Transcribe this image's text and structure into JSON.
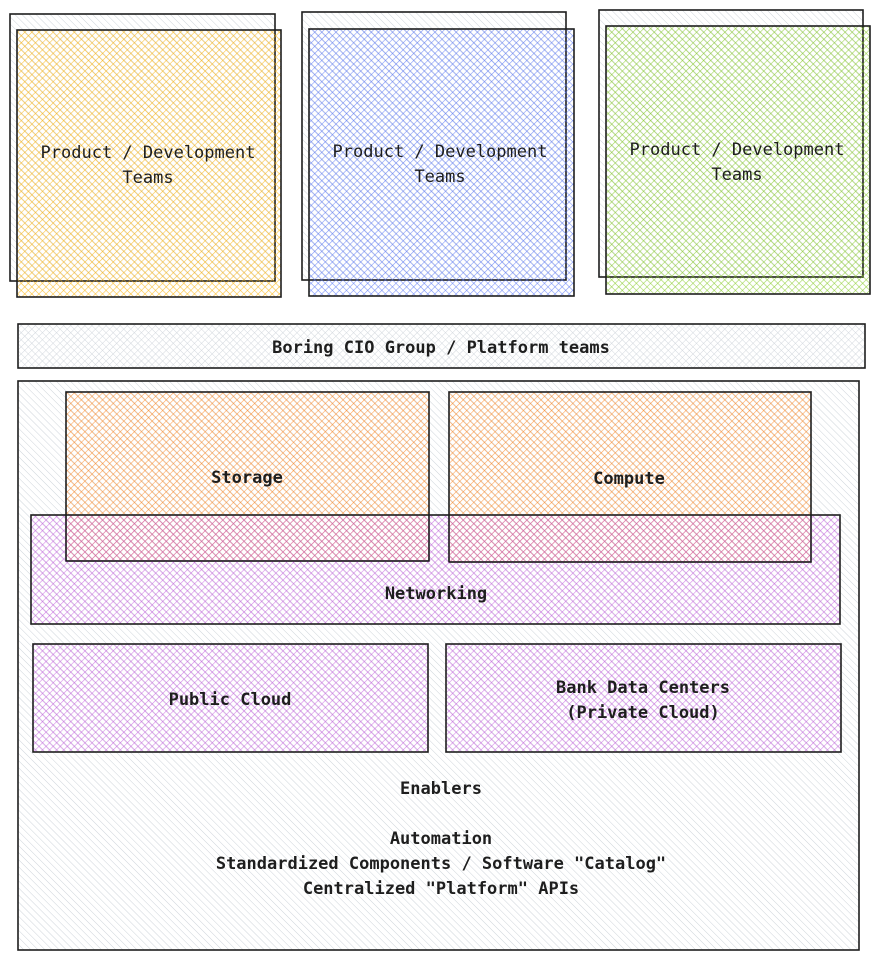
{
  "diagram": {
    "product_teams": [
      {
        "lines": [
          "Product / Development",
          "Teams"
        ],
        "color": "#fab005"
      },
      {
        "lines": [
          "Product / Development",
          "Teams"
        ],
        "color": "#4c6ef5"
      },
      {
        "lines": [
          "Product / Development",
          "Teams"
        ],
        "color": "#82c91e"
      }
    ],
    "platform_bar": {
      "label": "Boring CIO Group / Platform teams",
      "color": "#adb5bd"
    },
    "platform_box": {
      "color": "#adb5bd",
      "storage": {
        "label": "Storage",
        "color": "#fd7e14"
      },
      "compute": {
        "label": "Compute",
        "color": "#fd7e14"
      },
      "networking": {
        "label": "Networking",
        "color": "#be4bdb"
      },
      "public_cloud": {
        "label": "Public Cloud",
        "color": "#be4bdb"
      },
      "bank_dc": {
        "lines": [
          "Bank Data Centers",
          "(Private Cloud)"
        ],
        "color": "#be4bdb"
      },
      "enablers": {
        "title": "Enablers",
        "items": [
          "Automation",
          "Standardized Components / Software \"Catalog\"",
          "Centralized \"Platform\" APIs"
        ]
      }
    }
  }
}
